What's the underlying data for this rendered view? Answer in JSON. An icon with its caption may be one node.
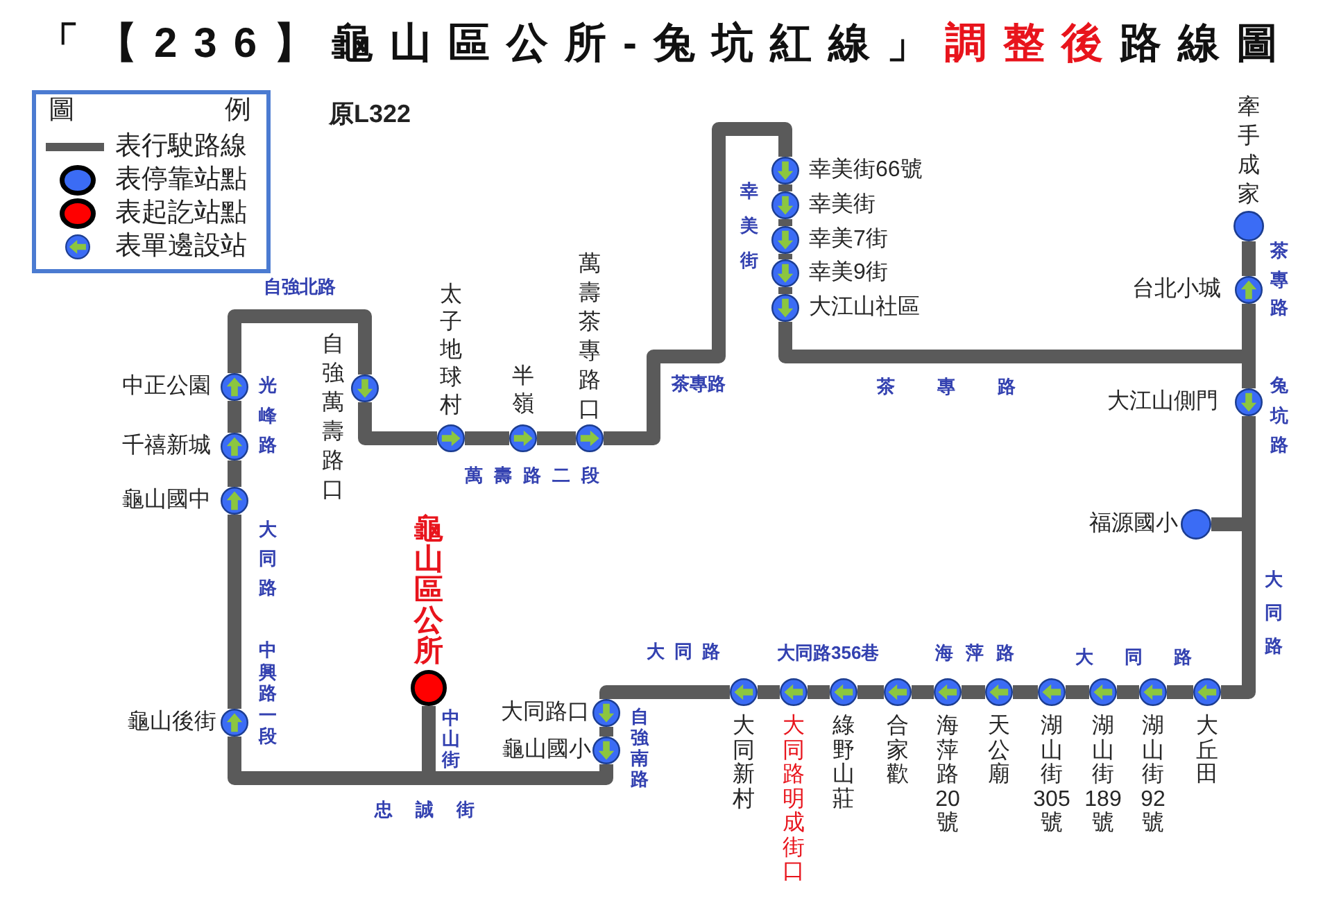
{
  "diagram": {
    "title": "「【236】龜山區公所-兔坑紅線」**調整後**路線圖",
    "nodes": [
      {
        "text": [],
        "shape": "circle",
        "beside": [
          "龜山區公所"
        ]
      },
      {
        "text": [],
        "shape": "circle",
        "beside": [
          "龜山後街"
        ]
      },
      {
        "text": [],
        "shape": "circle",
        "beside": [
          "龜山國中"
        ]
      },
      {
        "text": [],
        "shape": "circle",
        "beside": [
          "千禧新城"
        ]
      },
      {
        "text": [],
        "shape": "circle",
        "beside": [
          "中正公園"
        ]
      },
      {
        "text": [],
        "shape": "circle",
        "beside": [
          "自強萬壽路口"
        ]
      },
      {
        "text": [],
        "shape": "circle",
        "beside": [
          "太子地球村"
        ]
      },
      {
        "text": [],
        "shape": "circle",
        "beside": [
          "半嶺"
        ]
      },
      {
        "text": [],
        "shape": "circle",
        "beside": [
          "萬壽茶專路口"
        ]
      },
      {
        "text": [],
        "shape": "circle",
        "beside": [
          "幸美街66號"
        ]
      },
      {
        "text": [],
        "shape": "circle",
        "beside": [
          "幸美街"
        ]
      },
      {
        "text": [],
        "shape": "circle",
        "beside": [
          "幸美7街"
        ]
      },
      {
        "text": [],
        "shape": "circle",
        "beside": [
          "幸美9街"
        ]
      },
      {
        "text": [],
        "shape": "circle",
        "beside": [
          "大江山社區"
        ]
      },
      {
        "text": [],
        "shape": "circle",
        "beside": [
          "台北小城"
        ]
      },
      {
        "text": [],
        "shape": "circle",
        "beside": [
          "牽手成家"
        ]
      },
      {
        "text": [],
        "shape": "circle",
        "beside": [
          "大江山側門"
        ]
      },
      {
        "text": [],
        "shape": "circle",
        "beside": [
          "福源國小"
        ]
      },
      {
        "text": [],
        "shape": "circle",
        "beside": [
          "大丘田"
        ]
      },
      {
        "text": [],
        "shape": "circle",
        "beside": [
          "湖山街92號"
        ]
      },
      {
        "text": [],
        "shape": "circle",
        "beside": [
          "湖山街189號"
        ]
      },
      {
        "text": [],
        "shape": "circle",
        "beside": [
          "湖山街305號"
        ]
      },
      {
        "text": [],
        "shape": "circle",
        "beside": [
          "天公廟"
        ]
      },
      {
        "text": [],
        "shape": "circle",
        "beside": [
          "海萍路20號"
        ]
      },
      {
        "text": [],
        "shape": "circle",
        "beside": [
          "合家歡"
        ]
      },
      {
        "text": [],
        "shape": "circle",
        "beside": [
          "綠野山莊"
        ]
      },
      {
        "text": [],
        "shape": "circle",
        "beside": [
          "大同路明成街口"
        ]
      },
      {
        "text": [],
        "shape": "circle",
        "beside": [
          "大同新村"
        ]
      },
      {
        "text": [],
        "shape": "circle",
        "beside": [
          "大同路口"
        ]
      },
      {
        "text": [],
        "shape": "circle",
        "beside": [
          "龜山國小"
        ]
      }
    ],
    "edges": [
      {
        "from": 0,
        "to": 1,
        "arrow": "none"
      },
      {
        "from": 1,
        "to": 2,
        "arrow": "none"
      },
      {
        "from": 2,
        "to": 3,
        "arrow": "none"
      },
      {
        "from": 3,
        "to": 4,
        "arrow": "none"
      },
      {
        "from": 4,
        "to": 5,
        "arrow": "none"
      },
      {
        "from": 5,
        "to": 6,
        "arrow": "none"
      },
      {
        "from": 6,
        "to": 7,
        "arrow": "none"
      },
      {
        "from": 7,
        "to": 8,
        "arrow": "none"
      },
      {
        "from": 8,
        "to": 9,
        "arrow": "none"
      },
      {
        "from": 9,
        "to": 10,
        "arrow": "none"
      },
      {
        "from": 10,
        "to": 11,
        "arrow": "none"
      },
      {
        "from": 11,
        "to": 12,
        "arrow": "none"
      },
      {
        "from": 12,
        "to": 13,
        "arrow": "none"
      },
      {
        "from": 13,
        "to": 14,
        "arrow": "none"
      },
      {
        "from": 14,
        "to": 15,
        "arrow": "none"
      },
      {
        "from": 14,
        "to": 16,
        "arrow": "none"
      },
      {
        "from": 16,
        "to": 17,
        "arrow": "none"
      },
      {
        "from": 17,
        "to": 18,
        "arrow": "none"
      },
      {
        "from": 18,
        "to": 19,
        "arrow": "none"
      },
      {
        "from": 19,
        "to": 20,
        "arrow": "none"
      },
      {
        "from": 20,
        "to": 21,
        "arrow": "none"
      },
      {
        "from": 21,
        "to": 22,
        "arrow": "none"
      },
      {
        "from": 22,
        "to": 23,
        "arrow": "none"
      },
      {
        "from": 23,
        "to": 24,
        "arrow": "none"
      },
      {
        "from": 24,
        "to": 25,
        "arrow": "none"
      },
      {
        "from": 25,
        "to": 26,
        "arrow": "none"
      },
      {
        "from": 26,
        "to": 27,
        "arrow": "none"
      },
      {
        "from": 27,
        "to": 28,
        "arrow": "none"
      },
      {
        "from": 28,
        "to": 29,
        "arrow": "none"
      },
      {
        "from": 29,
        "to": 0,
        "arrow": "none"
      }
    ],
    "labels": [
      "圖 例",
      "原L322",
      "自強北路",
      "幸美街",
      "茶專路",
      "光峰路",
      "茶專路",
      "茶 專 路",
      "兔坑路",
      "萬壽路二段",
      "大同路",
      "中興路一段",
      "中山街",
      "自強南路",
      "大同路",
      "大同路",
      "大同路356巷",
      "海萍路",
      "大 同 路",
      "忠 誠 街"
    ],
    "legend": [
      {
        "text": "表行駛路線"
      },
      {
        "text": "表停靠站點",
        "color": "#3b6cf5"
      },
      {
        "text": "表起訖站點",
        "color": "#ff0000"
      },
      {
        "text": "表單邊設站"
      }
    ]
  }
}
